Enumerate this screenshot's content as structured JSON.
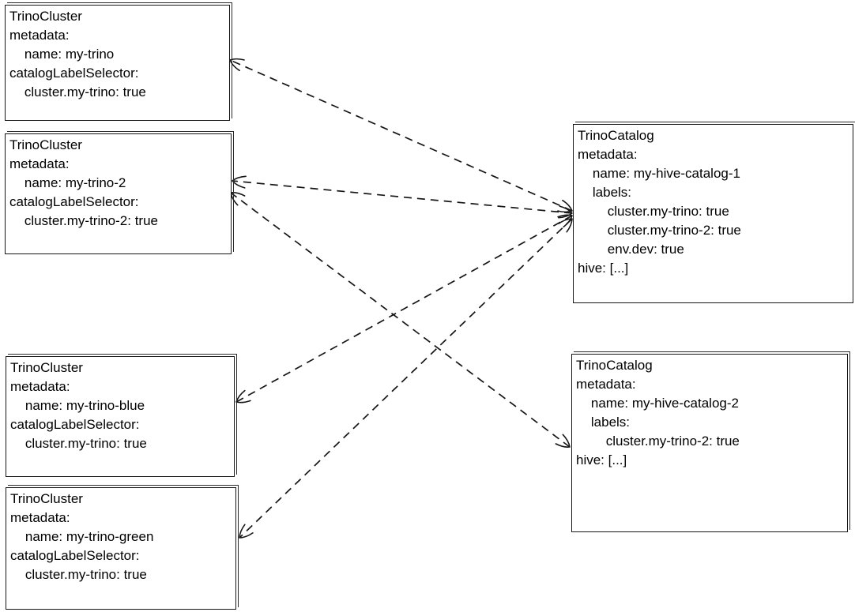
{
  "canvas": {
    "background_color": "#ffffff",
    "stroke_color": "#161616"
  },
  "nodes": [
    {
      "id": "my-trino",
      "kind": "TrinoCluster",
      "text": "TrinoCluster\nmetadata:\n    name: my-trino\ncatalogLabelSelector:\n    cluster.my-trino: true"
    },
    {
      "id": "my-trino-2",
      "kind": "TrinoCluster",
      "text": "TrinoCluster\nmetadata:\n    name: my-trino-2\ncatalogLabelSelector:\n    cluster.my-trino-2: true"
    },
    {
      "id": "my-trino-blue",
      "kind": "TrinoCluster",
      "text": "TrinoCluster\nmetadata:\n    name: my-trino-blue\ncatalogLabelSelector:\n    cluster.my-trino: true"
    },
    {
      "id": "my-trino-green",
      "kind": "TrinoCluster",
      "text": "TrinoCluster\nmetadata:\n    name: my-trino-green\ncatalogLabelSelector:\n    cluster.my-trino: true"
    },
    {
      "id": "my-hive-catalog-1",
      "kind": "TrinoCatalog",
      "text": "TrinoCatalog\nmetadata:\n    name: my-hive-catalog-1\n    labels:\n        cluster.my-trino: true\n        cluster.my-trino-2: true\n        env.dev: true\nhive: [...]"
    },
    {
      "id": "my-hive-catalog-2",
      "kind": "TrinoCatalog",
      "text": "TrinoCatalog\nmetadata:\n    name: my-hive-catalog-2\n    labels:\n        cluster.my-trino-2: true\nhive: [...]"
    }
  ],
  "edges": [
    {
      "from": "my-hive-catalog-1",
      "to": "my-trino",
      "style": "dashed",
      "heads": "both"
    },
    {
      "from": "my-hive-catalog-1",
      "to": "my-trino-2",
      "style": "dashed",
      "heads": "both"
    },
    {
      "from": "my-hive-catalog-1",
      "to": "my-trino-blue",
      "style": "dashed",
      "heads": "both"
    },
    {
      "from": "my-hive-catalog-1",
      "to": "my-trino-green",
      "style": "dashed",
      "heads": "both"
    },
    {
      "from": "my-hive-catalog-2",
      "to": "my-trino-2",
      "style": "dashed",
      "heads": "both"
    }
  ]
}
